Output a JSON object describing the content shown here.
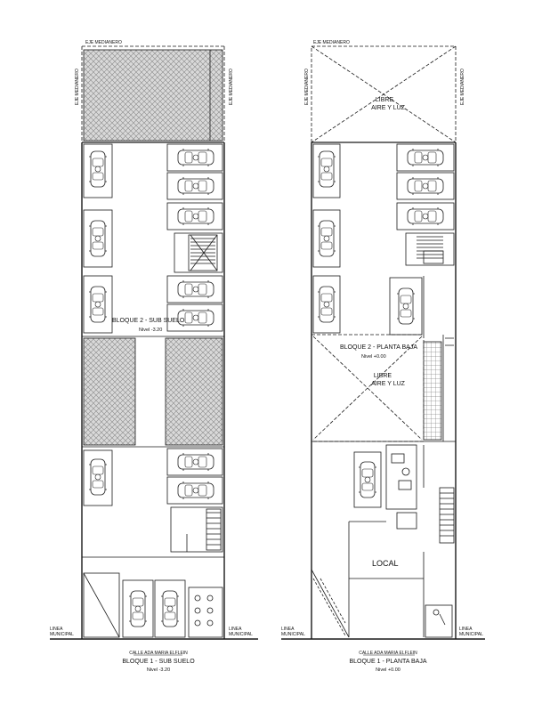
{
  "plans": [
    {
      "id": "subsuelo",
      "eje_top": "EJE MEDIANERO",
      "eje_left": "EJE MEDIANERO",
      "eje_right": "EJE MEDIANERO",
      "bloque2_label": "BLOQUE 2 - SUB SUELO",
      "bloque2_nivel": "Nivel -3.20",
      "linea": "LINEA",
      "municipal": "MUNICIPAL",
      "calle": "CALLE ADA MARIA ELFLEIN",
      "bloque1_label": "BLOQUE 1 - SUB SUELO",
      "bloque1_nivel": "Nivel -3.20"
    },
    {
      "id": "planta-baja",
      "eje_top": "EJE MEDIANERO",
      "eje_left": "EJE MEDIANERO",
      "eje_right": "EJE MEDIANERO",
      "libre_top_1": "LIBRE",
      "libre_top_2": "AIRE Y LUZ",
      "bloque2_label": "BLOQUE 2 - PLANTA BAJA",
      "bloque2_nivel": "Nivel +0.00",
      "libre_mid_1": "LIBRE",
      "libre_mid_2": "AIRE Y LUZ",
      "local": "LOCAL",
      "linea": "LINEA",
      "municipal": "MUNICIPAL",
      "calle": "CALLE ADA MARIA ELFLEIN",
      "bloque1_label": "BLOQUE 1 - PLANTA BAJA",
      "bloque1_nivel": "Nivel +0.00"
    }
  ],
  "colors": {
    "line": "#1a1a1a",
    "hatch": "#777777",
    "bg": "#ffffff"
  }
}
